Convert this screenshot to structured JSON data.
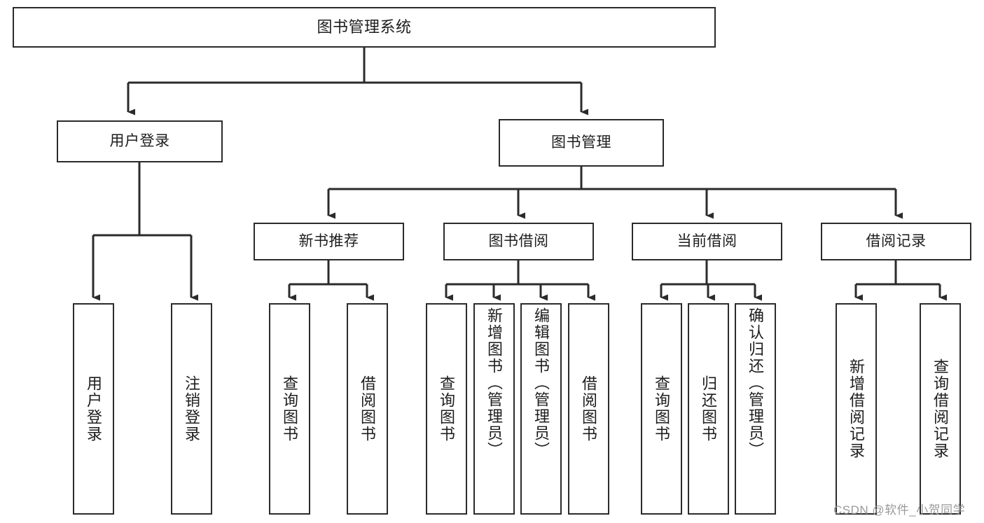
{
  "diagram": {
    "title": "图书管理系统",
    "type": "tree-hierarchy-diagram",
    "orientation": "top-down",
    "colors": {
      "box_border": "#2b2b2b",
      "box_fill": "#ffffff",
      "connector": "#2b2b2b",
      "text": "#1d1d1d",
      "watermark": "#9a9a9a",
      "background": "#ffffff"
    }
  },
  "root": {
    "label": "图书管理系统"
  },
  "level2": [
    {
      "label": "用户登录"
    },
    {
      "label": "图书管理"
    }
  ],
  "level3": [
    {
      "label": "新书推荐"
    },
    {
      "label": "图书借阅"
    },
    {
      "label": "当前借阅"
    },
    {
      "label": "借阅记录"
    }
  ],
  "leaves": {
    "user_login": [
      {
        "label": "用户登录"
      },
      {
        "label": "注销登录"
      }
    ],
    "new_book_recommend": [
      {
        "label": "查询图书"
      },
      {
        "label": "借阅图书"
      }
    ],
    "book_borrow": [
      {
        "label": "查询图书"
      },
      {
        "label": "新增图书（管理员）"
      },
      {
        "label": "编辑图书（管理员）"
      },
      {
        "label": "借阅图书"
      }
    ],
    "current_borrow": [
      {
        "label": "查询图书"
      },
      {
        "label": "归还图书"
      },
      {
        "label": "确认归还（管理员）"
      }
    ],
    "borrow_record": [
      {
        "label": "新增借阅记录"
      },
      {
        "label": "查询借阅记录"
      }
    ]
  },
  "watermark": {
    "text": "CSDN @软件_小贺同学"
  }
}
